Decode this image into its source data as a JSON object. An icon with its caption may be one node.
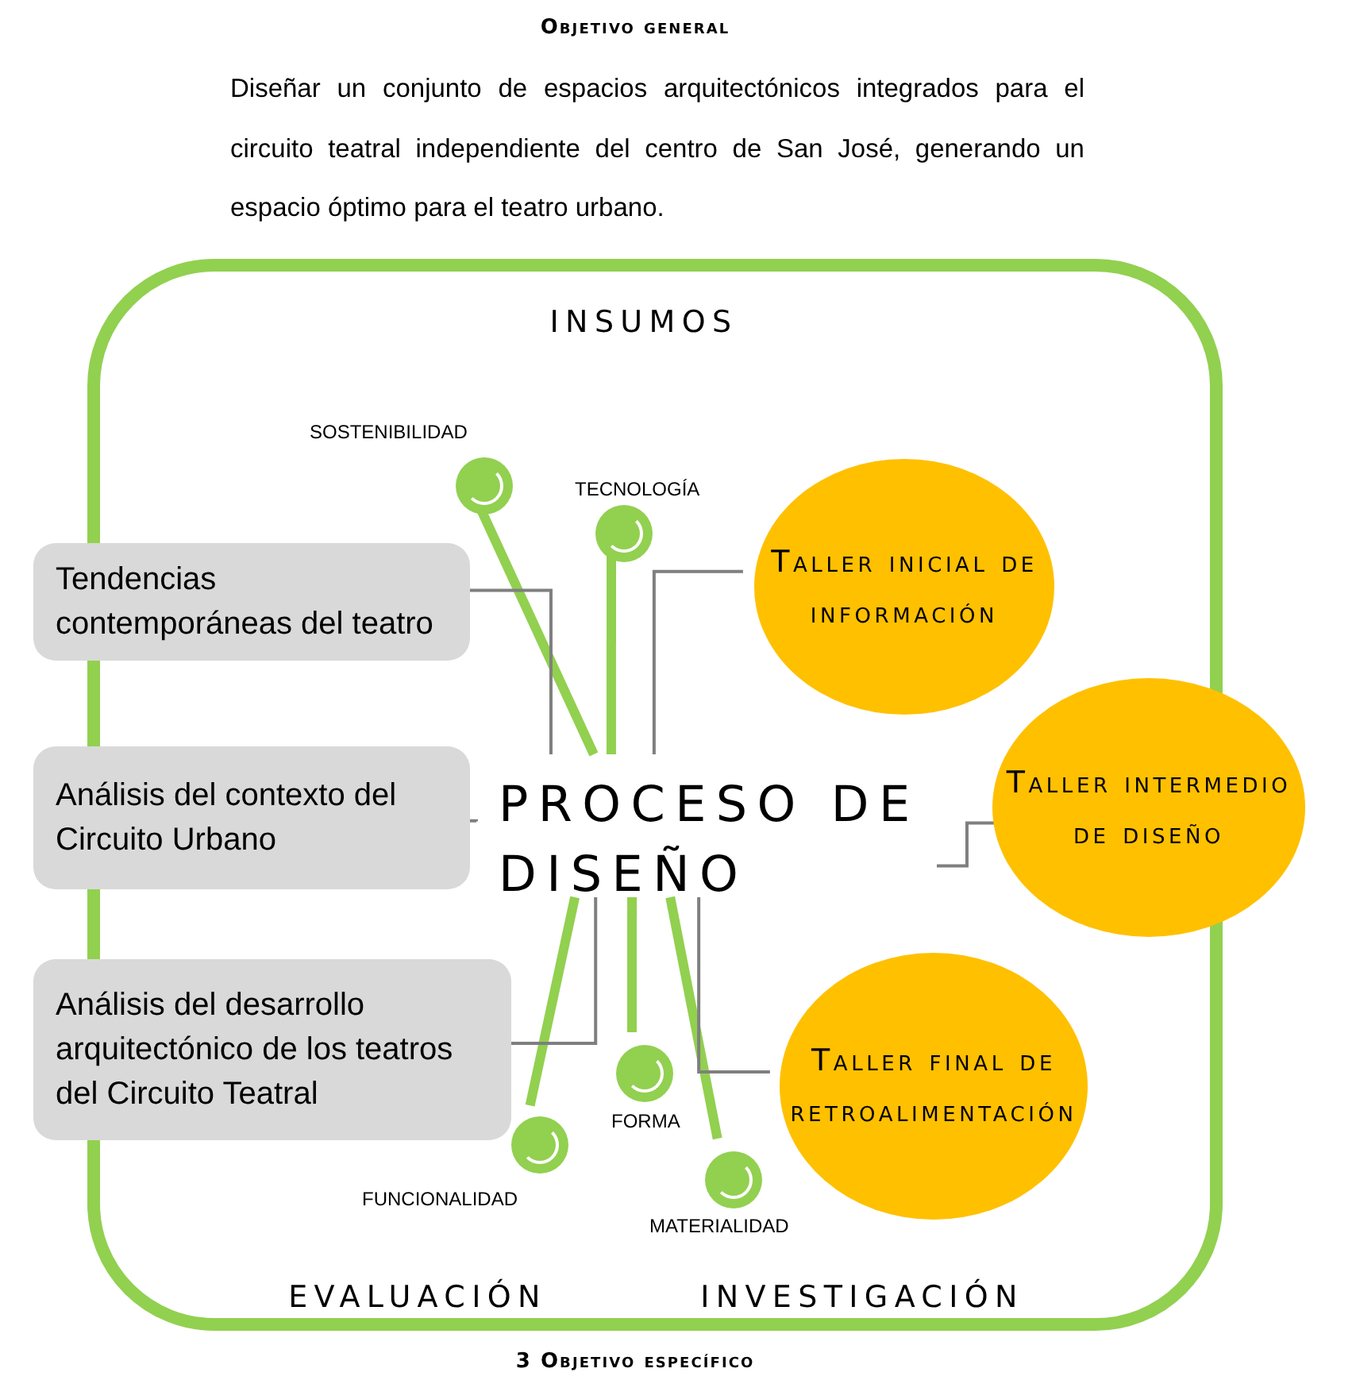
{
  "diagram": {
    "title": "Objetivo general",
    "caption": "3 Objetivo específico",
    "nodes": [
      {
        "text": [
          "INSUMOS",
          "EVALUACIÓN",
          "INVESTIGACIÓN"
        ]
      },
      {
        "text": [
          "PROCESO DE DISEÑO"
        ],
        "in": 0
      },
      {
        "text": [
          "Tendencias contemporáneas del teatro"
        ],
        "in": 0
      },
      {
        "text": [
          "Análisis del contexto del Circuito Urbano"
        ],
        "in": 0
      },
      {
        "text": [
          "Análisis del desarrollo arquitectónico de los teatros del Circuito Teatral"
        ],
        "in": 0
      },
      {
        "text": [
          "Taller inicial de información"
        ],
        "in": 0
      },
      {
        "text": [
          "Taller intermedio de diseño"
        ]
      },
      {
        "text": [
          "Taller final de retroalimentación"
        ],
        "in": 0
      },
      {
        "text": [],
        "shape": "circle",
        "beside": [
          "SOSTENIBILIDAD"
        ],
        "in": 0
      },
      {
        "text": [],
        "shape": "circle",
        "beside": [
          "TECNOLOGÍA"
        ],
        "in": 0
      },
      {
        "text": [],
        "shape": "circle",
        "beside": [
          "FUNCIONALIDAD"
        ],
        "in": 0
      },
      {
        "text": [],
        "shape": "circle",
        "beside": [
          "FORMA"
        ],
        "in": 0
      },
      {
        "text": [],
        "shape": "circle",
        "beside": [
          "MATERIALIDAD"
        ],
        "in": 0
      }
    ],
    "edges": [
      {
        "from": 1,
        "to": 8,
        "arrow": "none",
        "style": "thick",
        "color": "#92d050"
      },
      {
        "from": 1,
        "to": 9,
        "arrow": "none",
        "style": "thick",
        "color": "#92d050"
      },
      {
        "from": 1,
        "to": 10,
        "arrow": "none",
        "style": "thick",
        "color": "#92d050"
      },
      {
        "from": 1,
        "to": 11,
        "arrow": "none",
        "style": "thick",
        "color": "#92d050"
      },
      {
        "from": 1,
        "to": 12,
        "arrow": "none",
        "style": "thick",
        "color": "#92d050"
      },
      {
        "from": 2,
        "to": 1,
        "arrow": "none"
      },
      {
        "from": 3,
        "to": 1,
        "arrow": "none"
      },
      {
        "from": 4,
        "to": 1,
        "arrow": "none"
      },
      {
        "from": 1,
        "to": 5,
        "arrow": "none"
      },
      {
        "from": 1,
        "to": 6,
        "arrow": "none"
      },
      {
        "from": 1,
        "to": 7,
        "arrow": "none"
      }
    ],
    "labels": [
      "Diseñar un conjunto de espacios arquitectónicos integrados para el circuito teatral independiente del centro de San José, generando un espacio óptimo para el teatro urbano."
    ]
  }
}
